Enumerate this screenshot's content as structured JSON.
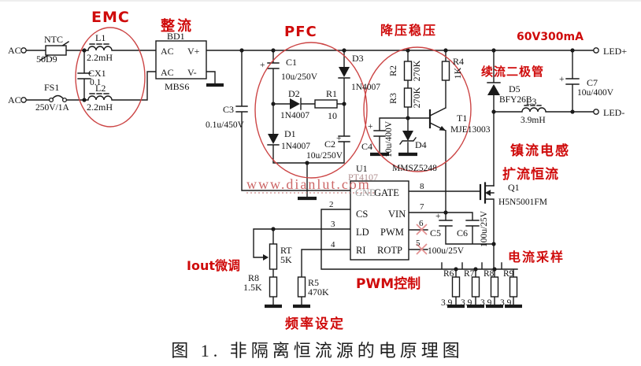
{
  "terminals": {
    "ac_top": "AC",
    "ac_bottom": "AC",
    "led_plus": "LED+",
    "led_minus": "LED-"
  },
  "annotations": {
    "emc": "EMC",
    "rectifier": "整流",
    "pfc": "PFC",
    "buck": "降压稳压",
    "output_rating": "60V300mA",
    "freewheel_diode": "续流二极管",
    "ballast_inductor": "镇流电感",
    "current_extend": "扩流恒流",
    "current_sample": "电流采样",
    "iout_trim": "Iout微调",
    "pwm_control": "PWM控制",
    "freq_set": "频率设定",
    "watermark": "www.dianlut.com",
    "caption": "图 1. 非隔离恒流源的电原理图"
  },
  "components": {
    "ntc": {
      "ref": "NTC",
      "value": "50D9"
    },
    "fs1": {
      "ref": "FS1",
      "value": "250V/1A"
    },
    "cx1": {
      "ref": "CX1",
      "value": "0.1"
    },
    "l1": {
      "ref": "L1",
      "value": "2.2mH"
    },
    "l2": {
      "ref": "L2",
      "value": "2.2mH"
    },
    "bd1": {
      "ref": "BD1",
      "part": "MBS6",
      "pin_ac1": "AC",
      "pin_ac2": "AC",
      "pin_vplus": "V+",
      "pin_vminus": "V-"
    },
    "c3": {
      "ref": "C3",
      "value": "0.1u/450V"
    },
    "c1": {
      "ref": "C1",
      "value": "10u/250V",
      "polarity": "+"
    },
    "c2": {
      "ref": "C2",
      "value": "10u/250V",
      "polarity": "+"
    },
    "d1": {
      "ref": "D1",
      "value": "1N4007"
    },
    "d2": {
      "ref": "D2",
      "value": "1N4007"
    },
    "d3": {
      "ref": "D3",
      "value": "1N4007"
    },
    "r1": {
      "ref": "R1",
      "value": "10"
    },
    "r2": {
      "ref": "R2",
      "value": "270K"
    },
    "r3": {
      "ref": "R3",
      "value": "270K"
    },
    "r4": {
      "ref": "R4",
      "value": "1K"
    },
    "t1": {
      "ref": "T1",
      "value": "MJE13003"
    },
    "d4": {
      "ref": "D4",
      "value": "MMSZ5248"
    },
    "c4": {
      "ref": "C4",
      "value": "10u/400V",
      "polarity": "+"
    },
    "u1": {
      "ref": "U1",
      "part": "PT4107",
      "pins": {
        "gnd": "GND",
        "gate": "GATE",
        "cs": "CS",
        "vin": "VIN",
        "ld": "LD",
        "pwm": "PWM",
        "ri": "RI",
        "rotp": "ROTP"
      },
      "pin_numbers": {
        "p2": "2",
        "p3": "3",
        "p4": "4",
        "p5": "5",
        "p6": "6",
        "p7": "7",
        "p8": "8"
      }
    },
    "c5": {
      "ref": "C5",
      "value": "100u/25V",
      "polarity": "+"
    },
    "c6": {
      "ref": "C6",
      "value": "100u/25V"
    },
    "q1": {
      "ref": "Q1",
      "value": "H5N5001FM"
    },
    "d5": {
      "ref": "D5",
      "value": "BFY26B"
    },
    "l3": {
      "ref": "L3",
      "value": "3.9mH"
    },
    "c7": {
      "ref": "C7",
      "value": "10u/400V",
      "polarity": "+"
    },
    "rt": {
      "ref": "RT",
      "value": "5K"
    },
    "r8_divider": {
      "ref": "R8",
      "value": "1.5K"
    },
    "r5": {
      "ref": "R5",
      "value": "470K"
    },
    "r6_sense": {
      "ref": "R6",
      "value": "3.9"
    },
    "r7_sense": {
      "ref": "R7",
      "value": "3.9"
    },
    "r8_sense": {
      "ref": "R8",
      "value": "3.9"
    },
    "r9_sense": {
      "ref": "R9",
      "value": "3.9"
    }
  }
}
